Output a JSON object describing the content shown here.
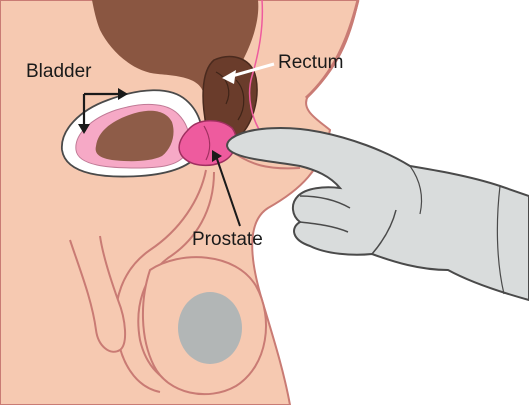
{
  "labels": {
    "bladder": "Bladder",
    "rectum": "Rectum",
    "prostate": "Prostate"
  },
  "colors": {
    "skin": "#f6c9b1",
    "skin_outline": "#c97b74",
    "rectum": "#8a5641",
    "rectum_dark": "#5b3526",
    "bladder_inner": "#8e5c48",
    "bladder_wall": "#ffffff",
    "bladder_lining": "#f6a9c6",
    "prostate": "#ee5b9e",
    "glove": "#d9dcdc",
    "glove_outline": "#4a4a4a",
    "testis": "#b2b6b6"
  }
}
